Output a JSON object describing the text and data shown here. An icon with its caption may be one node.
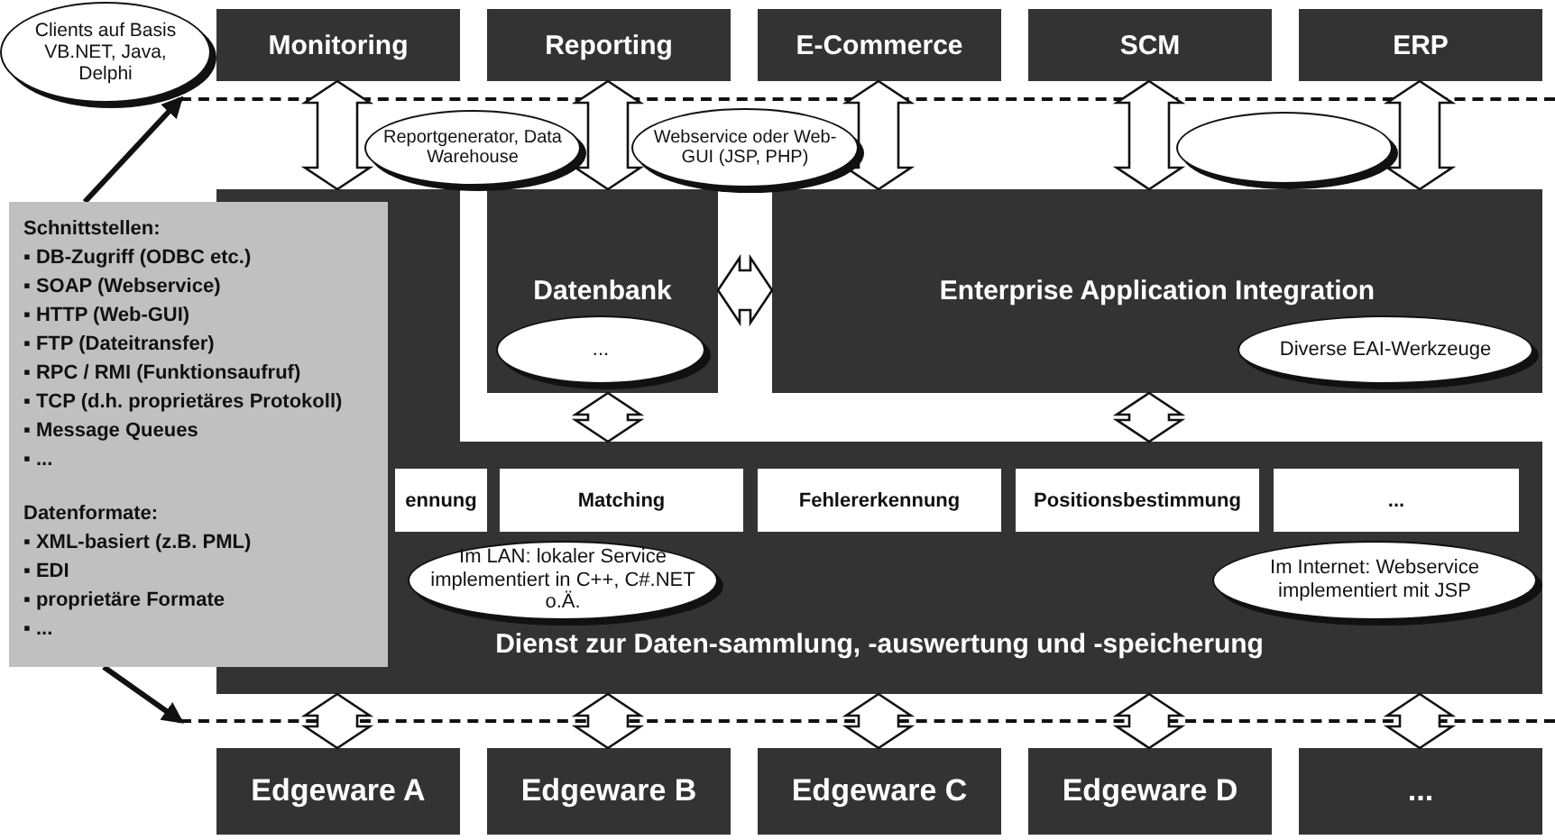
{
  "diagram": {
    "nodes": [
      {
        "text": [
          "Monitoring"
        ]
      },
      {
        "text": [
          "Reporting"
        ]
      },
      {
        "text": [
          "E-Commerce"
        ]
      },
      {
        "text": [
          "SCM"
        ]
      },
      {
        "text": [
          "ERP"
        ]
      },
      {
        "text": [
          "Clients auf Basis VB.NET, Java, Delphi"
        ]
      },
      {
        "text": [
          "Reportgenerator, Data Warehouse"
        ]
      },
      {
        "text": [
          "Webservice oder Web-GUI (JSP, PHP)"
        ]
      },
      {
        "text": [],
        "shape": "ellipse"
      },
      {
        "text": [],
        "shape": "line"
      },
      {
        "text": [
          "Schnittstellen:",
          "▪ DB-Zugriff (ODBC etc.)",
          "▪ SOAP (Webservice)",
          "▪ HTTP (Web-GUI)",
          "▪ FTP (Dateitransfer)",
          "▪ RPC / RMI (Funktionsaufruf)",
          "▪ TCP (d.h. proprietäres Protokoll)",
          "▪ Message Queues",
          "▪ ...",
          "Datenformate:",
          "▪ XML-basiert (z.B. PML)",
          "▪ EDI",
          "▪ proprietäre Formate",
          "▪ ..."
        ]
      },
      {
        "text": [
          "Datenbank"
        ]
      },
      {
        "text": [
          "..."
        ],
        "in": 11
      },
      {
        "text": [
          "Enterprise Application Integration"
        ]
      },
      {
        "text": [
          "Diverse EAI-Werkzeuge"
        ],
        "in": 13
      },
      {
        "text": [
          "Dienst zur Daten-sammlung, -auswertung und -speicherung"
        ]
      },
      {
        "text": [
          "ennung"
        ],
        "in": 15
      },
      {
        "text": [
          "Matching"
        ],
        "in": 15
      },
      {
        "text": [
          "Fehlererkennung"
        ],
        "in": 15
      },
      {
        "text": [
          "Positionsbestimmung"
        ],
        "in": 15
      },
      {
        "text": [
          "..."
        ],
        "in": 15
      },
      {
        "text": [
          "Im LAN: lokaler Service implementiert in C++, C#.NET o.Ä."
        ],
        "in": 15
      },
      {
        "text": [
          "Im Internet: Webservice implementiert mit JSP"
        ],
        "in": 15
      },
      {
        "text": [],
        "shape": "line"
      },
      {
        "text": [
          "Edgeware A"
        ]
      },
      {
        "text": [
          "Edgeware B"
        ]
      },
      {
        "text": [
          "Edgeware C"
        ]
      },
      {
        "text": [
          "Edgeware D"
        ]
      },
      {
        "text": [
          "..."
        ]
      }
    ],
    "edges": [
      {
        "from": 0,
        "to": 15,
        "arrow": "both",
        "style": "thick"
      },
      {
        "from": 1,
        "to": 11,
        "arrow": "both",
        "style": "thick"
      },
      {
        "from": 2,
        "to": 13,
        "arrow": "both",
        "style": "thick"
      },
      {
        "from": 3,
        "to": 13,
        "arrow": "both",
        "style": "thick"
      },
      {
        "from": 4,
        "to": 13,
        "arrow": "both",
        "style": "thick"
      },
      {
        "from": 11,
        "to": 13,
        "arrow": "both",
        "style": "thick"
      },
      {
        "from": 11,
        "to": 15,
        "arrow": "both",
        "style": "thick"
      },
      {
        "from": 13,
        "to": 15,
        "arrow": "both",
        "style": "thick"
      },
      {
        "from": 15,
        "to": 24,
        "arrow": "both",
        "style": "thick"
      },
      {
        "from": 15,
        "to": 25,
        "arrow": "both",
        "style": "thick"
      },
      {
        "from": 15,
        "to": 26,
        "arrow": "both",
        "style": "thick"
      },
      {
        "from": 15,
        "to": 27,
        "arrow": "both",
        "style": "thick"
      },
      {
        "from": 15,
        "to": 28,
        "arrow": "both",
        "style": "thick"
      },
      {
        "from": 10,
        "to": 9,
        "arrow": "to"
      },
      {
        "from": 10,
        "to": 23,
        "arrow": "to"
      }
    ]
  }
}
